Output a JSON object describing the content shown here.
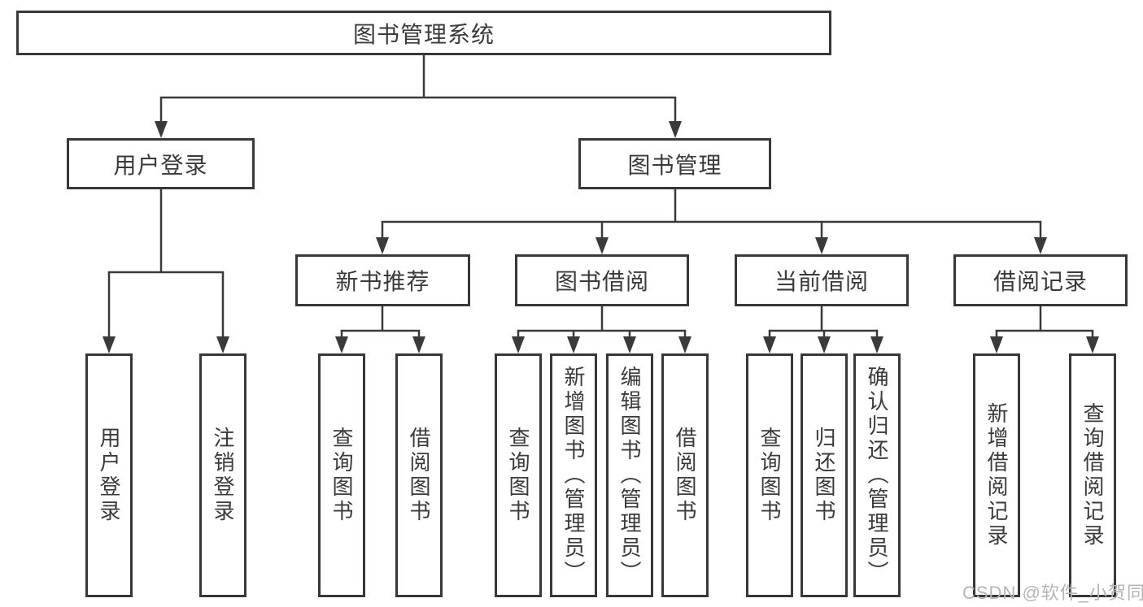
{
  "tree": {
    "label": "图书管理系统",
    "children": [
      {
        "label": "用户登录",
        "children": [
          {
            "label": "用户登录"
          },
          {
            "label": "注销登录"
          }
        ]
      },
      {
        "label": "图书管理",
        "children": [
          {
            "label": "新书推荐",
            "children": [
              {
                "label": "查询图书"
              },
              {
                "label": "借阅图书"
              }
            ]
          },
          {
            "label": "图书借阅",
            "children": [
              {
                "label": "查询图书"
              },
              {
                "label": "新增图书（管理员）"
              },
              {
                "label": "编辑图书（管理员）"
              },
              {
                "label": "借阅图书"
              }
            ]
          },
          {
            "label": "当前借阅",
            "children": [
              {
                "label": "查询图书"
              },
              {
                "label": "归还图书"
              },
              {
                "label": "确认归还（管理员）"
              }
            ]
          },
          {
            "label": "借阅记录",
            "children": [
              {
                "label": "新增借阅记录"
              },
              {
                "label": "查询借阅记录"
              }
            ]
          }
        ]
      }
    ]
  },
  "watermark": {
    "text": "CSDN @软件_小贺同学"
  },
  "colors": {
    "line": "#3a3a3a",
    "text": "#3a3a3a",
    "background": "#ffffff",
    "watermark": "#b5b5b5"
  }
}
